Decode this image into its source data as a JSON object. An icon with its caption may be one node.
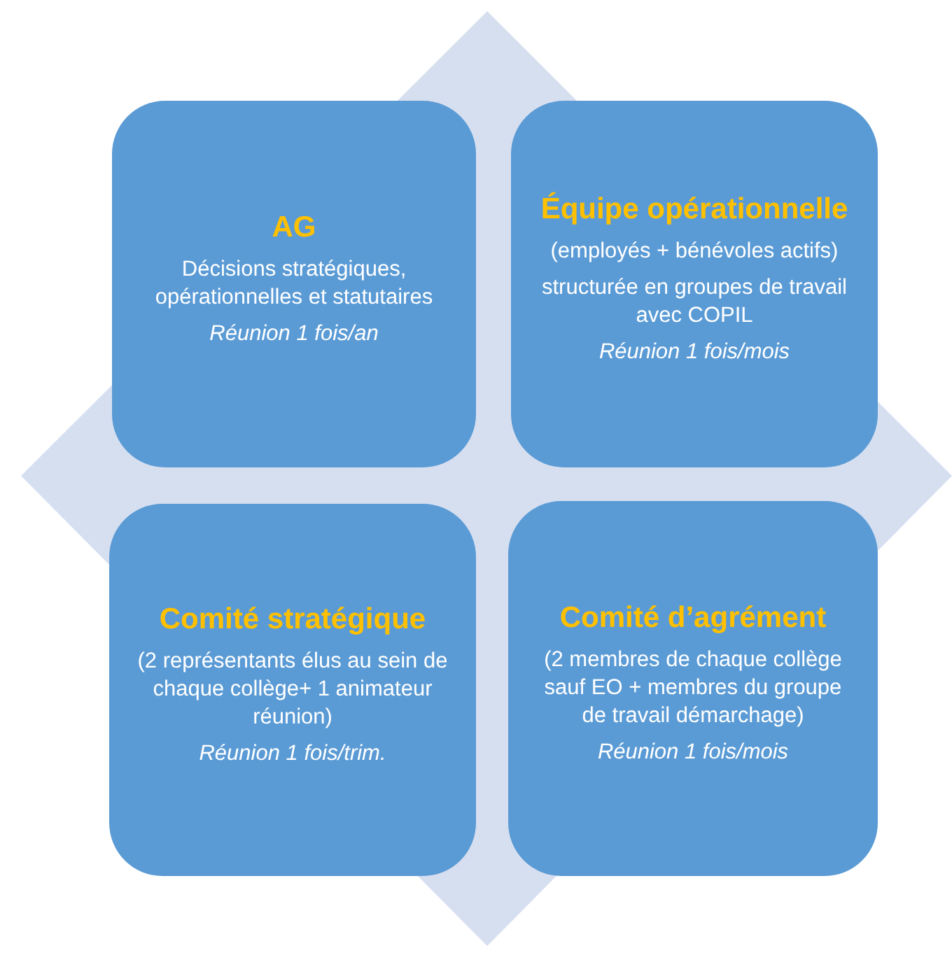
{
  "diagram": {
    "nodes": [
      {
        "text": [
          "AG",
          "Décisions stratégiques, opérationnelles et statutaires",
          "Réunion 1 fois/an"
        ]
      },
      {
        "text": [
          "Équipe opérationnelle",
          "(employés + bénévoles actifs)",
          "structurée en groupes de travail avec COPIL",
          "Réunion 1 fois/mois"
        ]
      },
      {
        "text": [
          "Comité stratégique",
          "(2 représentants élus au sein de chaque collège+ 1 animateur réunion)",
          "Réunion 1 fois/trim."
        ]
      },
      {
        "text": [
          "Comité d’agrément",
          "(2 membres de chaque collège sauf EO + membres du groupe de travail démarchage)",
          "Réunion 1 fois/mois"
        ]
      }
    ],
    "edges": []
  }
}
